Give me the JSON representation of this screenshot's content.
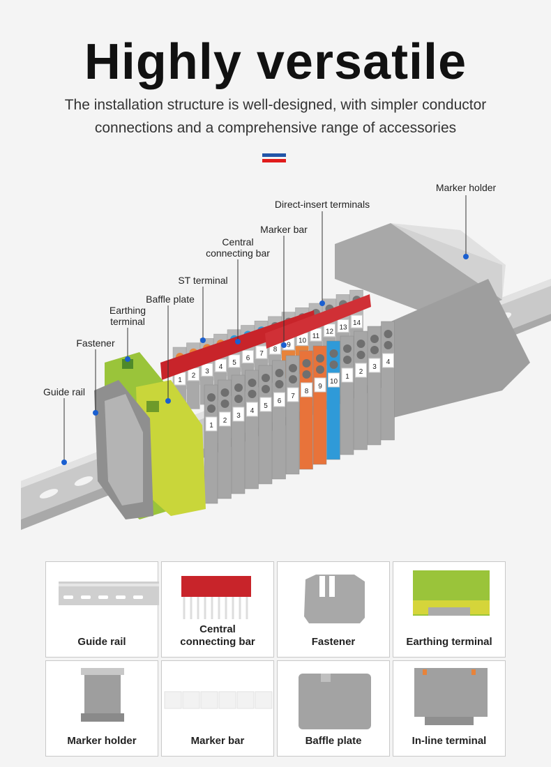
{
  "header": {
    "title": "Highly versatile",
    "subtitle_line1": "The installation structure is well-designed, with simpler conductor",
    "subtitle_line2": "connections and a comprehensive range of accessories"
  },
  "colors": {
    "accent_blue": "#2255a8",
    "accent_red": "#e01b1b",
    "dot": "#1a5fd0"
  },
  "callouts": {
    "marker_holder": "Marker holder",
    "direct_insert": "Direct-insert terminals",
    "marker_bar": "Marker bar",
    "central_bar_1": "Central",
    "central_bar_2": "connecting bar",
    "st_terminal": "ST terminal",
    "baffle_plate": "Baffle plate",
    "earthing_1": "Earthing",
    "earthing_2": "terminal",
    "fastener": "Fastener",
    "guide_rail": "Guide rail"
  },
  "front_markers": [
    "1",
    "2",
    "3",
    "4",
    "5",
    "6",
    "7",
    "8",
    "9",
    "10",
    "1",
    "2",
    "3",
    "4"
  ],
  "back_markers": [
    "1",
    "2",
    "3",
    "4",
    "5",
    "6",
    "7",
    "8",
    "9",
    "10",
    "11",
    "12",
    "13",
    "14"
  ],
  "accessories": [
    {
      "label": "Guide rail"
    },
    {
      "label_1": "Central",
      "label_2": "connecting bar"
    },
    {
      "label": "Fastener"
    },
    {
      "label": "Earthing terminal"
    },
    {
      "label": "Marker holder"
    },
    {
      "label": "Marker bar"
    },
    {
      "label": "Baffle plate"
    },
    {
      "label": "In-line terminal"
    }
  ]
}
